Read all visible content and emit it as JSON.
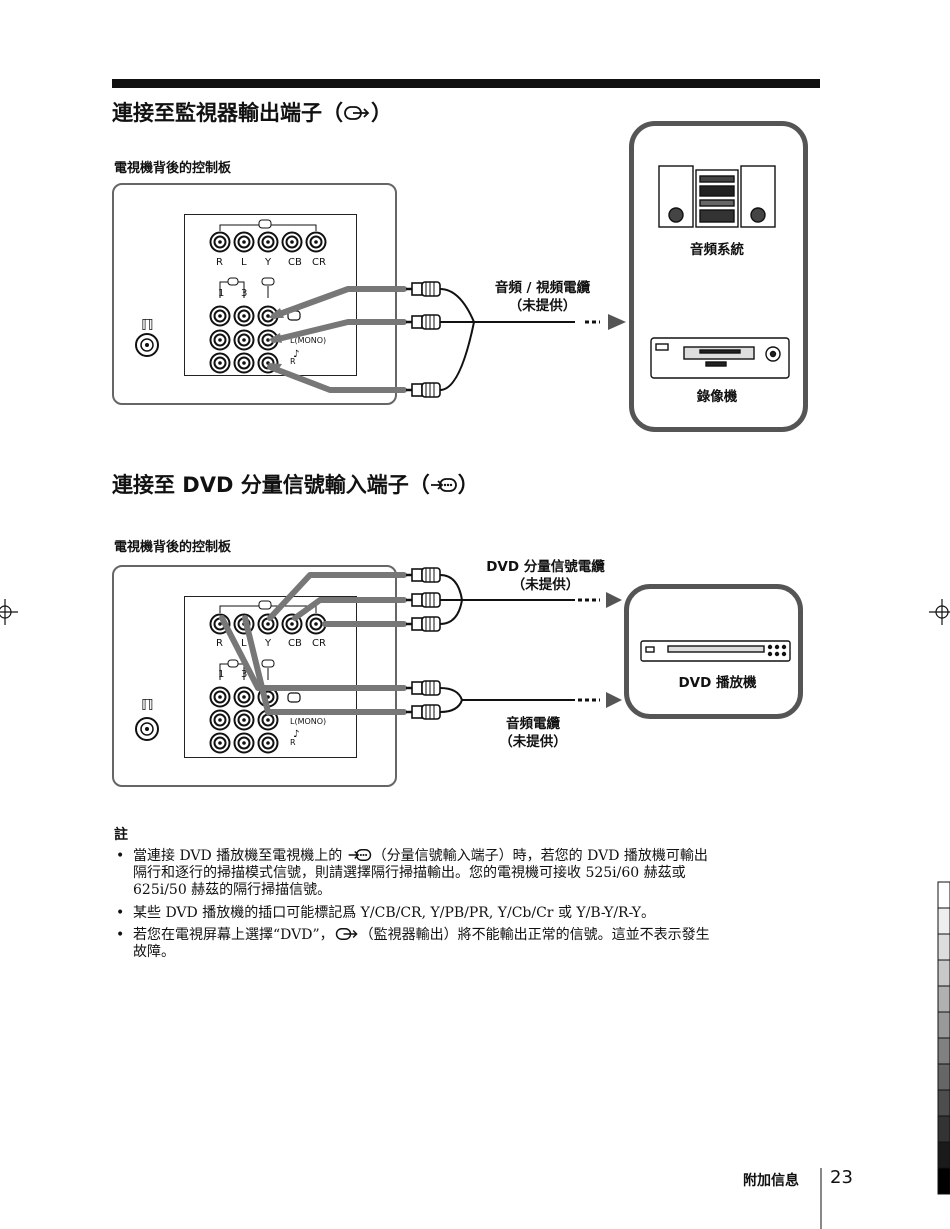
{
  "section1": {
    "title": "連接至監視器輸出端子（",
    "title_close": "）",
    "panel_caption": "電視機背後的控制板",
    "cable_label_1": "音頻 / 視頻電纜",
    "cable_label_2": "（未提供）",
    "device_audio": "音頻系統",
    "device_vcr": "錄像機",
    "jack_labels": [
      "R",
      "L",
      "Y",
      "CB",
      "CR"
    ],
    "input_nums": [
      "1",
      "3"
    ],
    "l_mono": "L(MONO)",
    "r_label": "R"
  },
  "section2": {
    "title": "連接至  DVD 分量信號輸入端子（",
    "title_close": "）",
    "panel_caption": "電視機背後的控制板",
    "cable_label_1": "DVD 分量信號電纜",
    "cable_label_2": "（未提供）",
    "audio_cable_1": "音頻電纜",
    "audio_cable_2": "（未提供）",
    "device_dvd": "DVD  播放機",
    "jack_labels": [
      "R",
      "L",
      "Y",
      "CB",
      "CR"
    ],
    "input_nums": [
      "1",
      "3"
    ],
    "l_mono": "L(MONO)",
    "r_label": "R"
  },
  "notes": {
    "title": "註",
    "items": [
      {
        "line1a": "當連接  DVD  播放機至電視機上的",
        "line1b": "（分量信號輸入端子）時，若您的  DVD  播放機可輸出",
        "line2": "隔行和逐行的掃描模式信號，則請選擇隔行掃描輸出。您的電視機可接收  525i/60  赫茲或",
        "line3": "625i/50  赫茲的隔行掃描信號。"
      },
      {
        "line1": "某些  DVD  播放機的插口可能標記爲 Y/CB/CR, Y/PB/PR, Y/Cb/Cr 或  Y/B-Y/R-Y。"
      },
      {
        "line1a": "若您在電視屏幕上選擇“DVD”，",
        "line1b": "（監視器輸出）將不能輸出正常的信號。這並不表示發生",
        "line2": "故障。"
      }
    ]
  },
  "footer": {
    "section_label": "附加信息",
    "page_number": "23"
  }
}
